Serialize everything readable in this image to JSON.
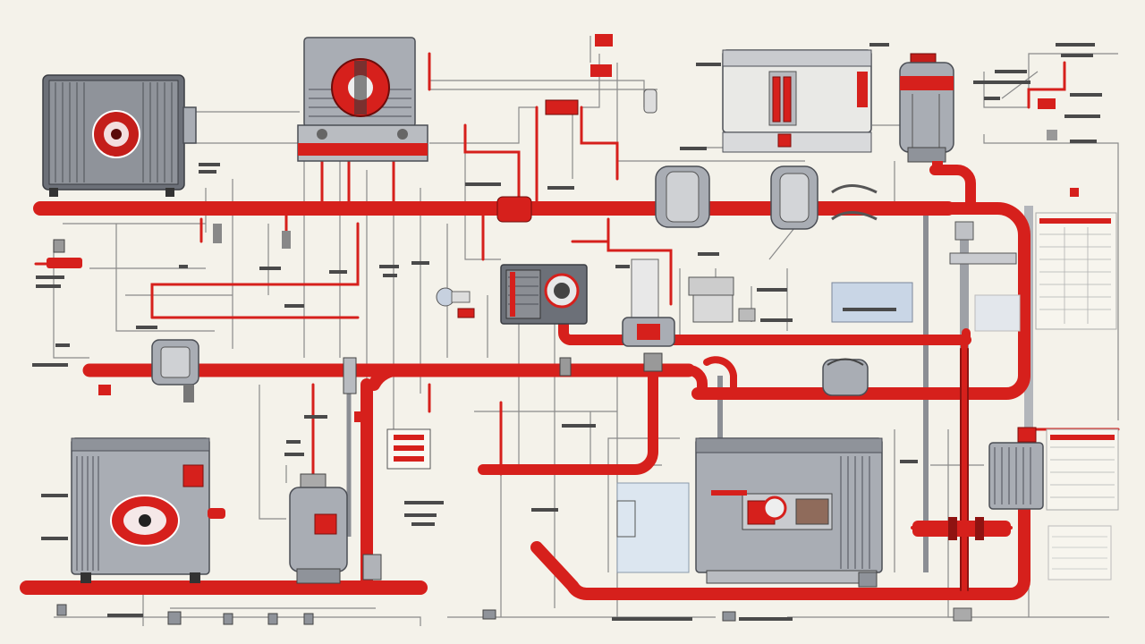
{
  "diagram": {
    "labels": []
  },
  "colors": {
    "pipe_red": "#d6201c",
    "pipe_dark": "#8f1311",
    "metal": "#a9adb4",
    "background": "#f4f2ea",
    "line_gray": "#7a7a7a"
  },
  "components": [
    {
      "id": "condenser-unit-top-left",
      "icon": "condenser-fan-icon"
    },
    {
      "id": "air-handler-top-center",
      "icon": "fan-housing-icon"
    },
    {
      "id": "control-cabinet-top-right",
      "icon": "control-panel-icon"
    },
    {
      "id": "expansion-tank-top-right",
      "icon": "tank-icon"
    },
    {
      "id": "filter-drier",
      "icon": "canister-icon"
    },
    {
      "id": "thermostat-panel",
      "icon": "gauge-icon"
    },
    {
      "id": "pump-center",
      "icon": "pump-icon"
    },
    {
      "id": "heat-pump-bottom-left",
      "icon": "fan-unit-icon"
    },
    {
      "id": "water-heater",
      "icon": "cylinder-icon"
    },
    {
      "id": "boiler-unit-bottom-center",
      "icon": "boiler-icon"
    },
    {
      "id": "heat-exchanger-right",
      "icon": "coil-icon"
    },
    {
      "id": "info-table-right",
      "icon": "table-icon"
    }
  ]
}
